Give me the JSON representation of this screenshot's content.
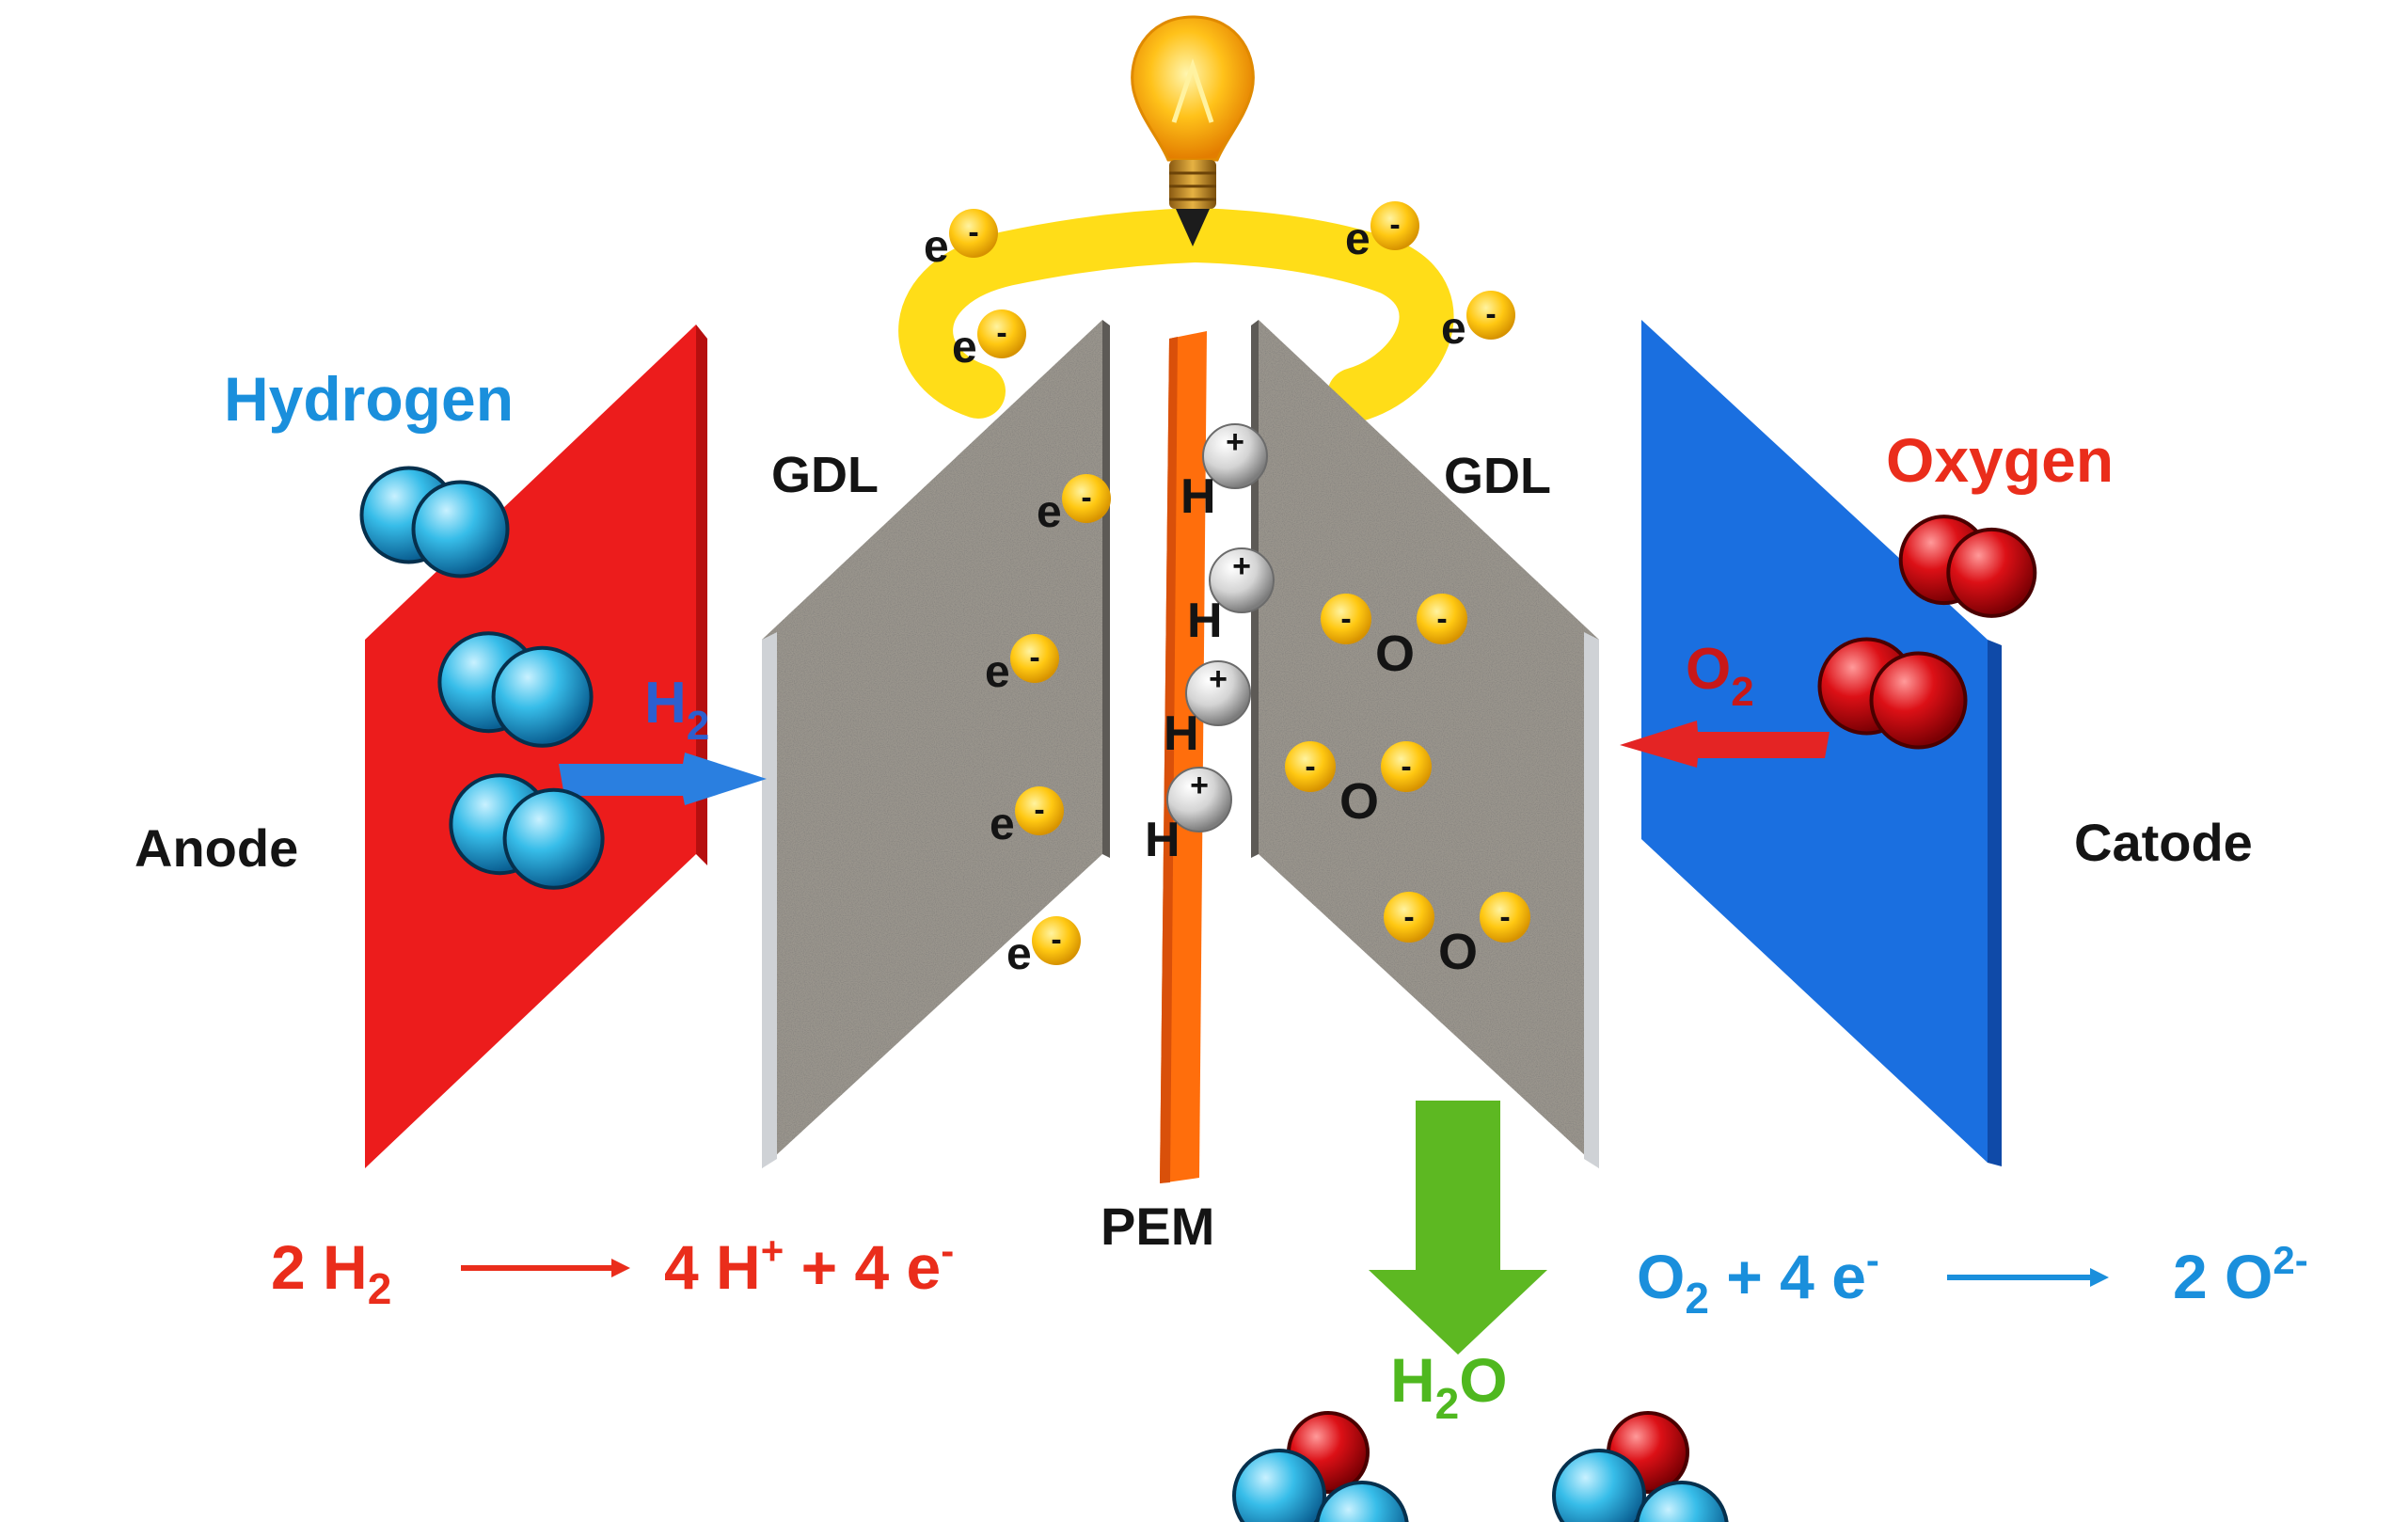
{
  "colors": {
    "anode_plate": "#ec1c1c",
    "cathode_plate": "#1a6fe0",
    "gdl": "#9a958d",
    "pem": "#ff6e0c",
    "circuit": "#ffdd18",
    "electron": "#ffc812",
    "hydrogen_atom": "#31b6e6",
    "oxygen_atom": "#d40f14",
    "proton": "#d7d7d7",
    "water_arrow": "#5db822",
    "h2_arrow": "#2a7fe0",
    "o2_arrow": "#e42424",
    "text_blue": "#1a8fdc",
    "text_red": "#ea2d1b",
    "text_green": "#4fb81f",
    "text_dark": "#141414"
  },
  "labels": {
    "hydrogen": "Hydrogen",
    "oxygen": "Oxygen",
    "gdl_left": "GDL",
    "gdl_right": "GDL",
    "anode": "Anode",
    "cathode": "Catode",
    "pem": "PEM",
    "h2_input": {
      "base": "H",
      "sub": "2"
    },
    "o2_input": {
      "base": "O",
      "sub": "2"
    },
    "electron": {
      "base": "e",
      "sup": "-"
    },
    "electron_charge": "-",
    "proton": "H",
    "proton_charge": "+",
    "oxygen_ion": "O",
    "oxygen_ion_charge": "-",
    "water": {
      "base1": "H",
      "sub": "2",
      "base2": "O"
    }
  },
  "equations": {
    "anode": {
      "lhs": {
        "coef": "2 ",
        "base": "H",
        "sub": "2"
      },
      "rhs": {
        "part1": "4 H",
        "sup1": "+",
        "part2": " + 4 e",
        "sup2": "-"
      }
    },
    "cathode": {
      "lhs": {
        "base": "O",
        "sub": "2",
        "part2": " + 4 e",
        "sup": "-"
      },
      "rhs": {
        "coef": "2 O",
        "sup": "2-"
      }
    }
  },
  "icons": {
    "bulb": "light-bulb-icon",
    "water_molecule": "water-molecule-icon",
    "h2_molecule": "hydrogen-molecule-icon",
    "o2_molecule": "oxygen-molecule-icon"
  }
}
